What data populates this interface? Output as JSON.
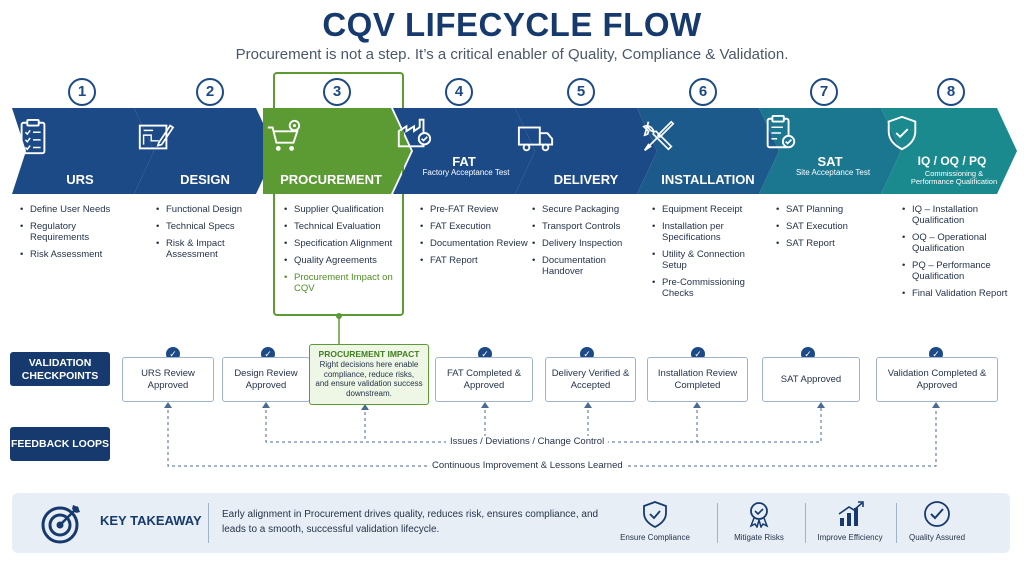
{
  "header": {
    "title": "CQV LIFECYCLE FLOW",
    "subtitle": "Procurement is not a step. It’s a critical enabler of Quality, Compliance & Validation."
  },
  "colors": {
    "navy": "#163a6e",
    "blue": "#1c4a86",
    "green": "#5c9a34",
    "teal": "#1b8a8f"
  },
  "stages": [
    {
      "number": "1",
      "label": "URS",
      "sublabel": "",
      "icon": "clipboard-checklist-icon",
      "color": "#1c4a86",
      "tasks": [
        "Define User Needs",
        "Regulatory Requirements",
        "Risk Assessment"
      ]
    },
    {
      "number": "2",
      "label": "DESIGN",
      "sublabel": "",
      "icon": "blueprint-pencil-icon",
      "color": "#1c4a86",
      "tasks": [
        "Functional Design",
        "Technical Specs",
        "Risk & Impact Assessment"
      ]
    },
    {
      "number": "3",
      "label": "PROCUREMENT",
      "sublabel": "",
      "icon": "cart-gear-icon",
      "color": "#5c9a34",
      "tasks": [
        "Supplier Qualification",
        "Technical Evaluation",
        "Specification Alignment",
        "Quality Agreements"
      ],
      "highlight_task": "Procurement Impact on CQV"
    },
    {
      "number": "4",
      "label": "FAT",
      "sublabel": "Factory Acceptance Test",
      "icon": "factory-check-icon",
      "color": "#1c4a86",
      "tasks": [
        "Pre-FAT Review",
        "FAT Execution",
        "Documentation Review",
        "FAT Report"
      ]
    },
    {
      "number": "5",
      "label": "DELIVERY",
      "sublabel": "",
      "icon": "truck-icon",
      "color": "#1c4a86",
      "tasks": [
        "Secure Packaging",
        "Transport Controls",
        "Delivery Inspection",
        "Documentation Handover"
      ]
    },
    {
      "number": "6",
      "label": "INSTALLATION",
      "sublabel": "",
      "icon": "wrench-screwdriver-icon",
      "color": "#1c5a8c",
      "tasks": [
        "Equipment Receipt",
        "Installation per Specifications",
        "Utility & Connection Setup",
        "Pre-Commissioning Checks"
      ]
    },
    {
      "number": "7",
      "label": "SAT",
      "sublabel": "Site Acceptance Test",
      "icon": "clipboard-check-icon",
      "color": "#1b7690",
      "tasks": [
        "SAT Planning",
        "SAT Execution",
        "SAT Report"
      ]
    },
    {
      "number": "8",
      "label": "IQ / OQ / PQ",
      "sublabel": "Commissioning & Performance Qualification",
      "icon": "shield-check-icon",
      "color": "#1b8a8f",
      "tasks": [
        "IQ – Installation Qualification",
        "OQ – Operational Qualification",
        "PQ – Performance Qualification",
        "Final Validation Report"
      ]
    }
  ],
  "checkpoints": {
    "label": "VALIDATION CHECKPOINTS",
    "items": [
      "URS Review Approved",
      "Design Review Approved",
      "FAT Completed & Approved",
      "Delivery Verified & Accepted",
      "Installation Review Completed",
      "SAT Approved",
      "Validation Completed & Approved"
    ],
    "impact_title": "PROCUREMENT IMPACT",
    "impact_lines": [
      "Right decisions here enable",
      "compliance, reduce risks,",
      "and ensure validation success",
      "downstream."
    ]
  },
  "feedback": {
    "label": "FEEDBACK LOOPS",
    "loop1": "Issues / Deviations / Change Control",
    "loop2": "Continuous Improvement & Lessons Learned"
  },
  "takeaway": {
    "title": "KEY TAKEAWAY",
    "text": "Early alignment in Procurement drives quality, reduces risk, ensures compliance, and leads to a smooth, successful validation lifecycle.",
    "benefits": [
      {
        "label": "Ensure Compliance",
        "icon": "shield-check-icon"
      },
      {
        "label": "Mitigate Risks",
        "icon": "medal-icon"
      },
      {
        "label": "Improve Efficiency",
        "icon": "growth-chart-icon"
      },
      {
        "label": "Quality Assured",
        "icon": "check-circle-icon"
      }
    ]
  }
}
